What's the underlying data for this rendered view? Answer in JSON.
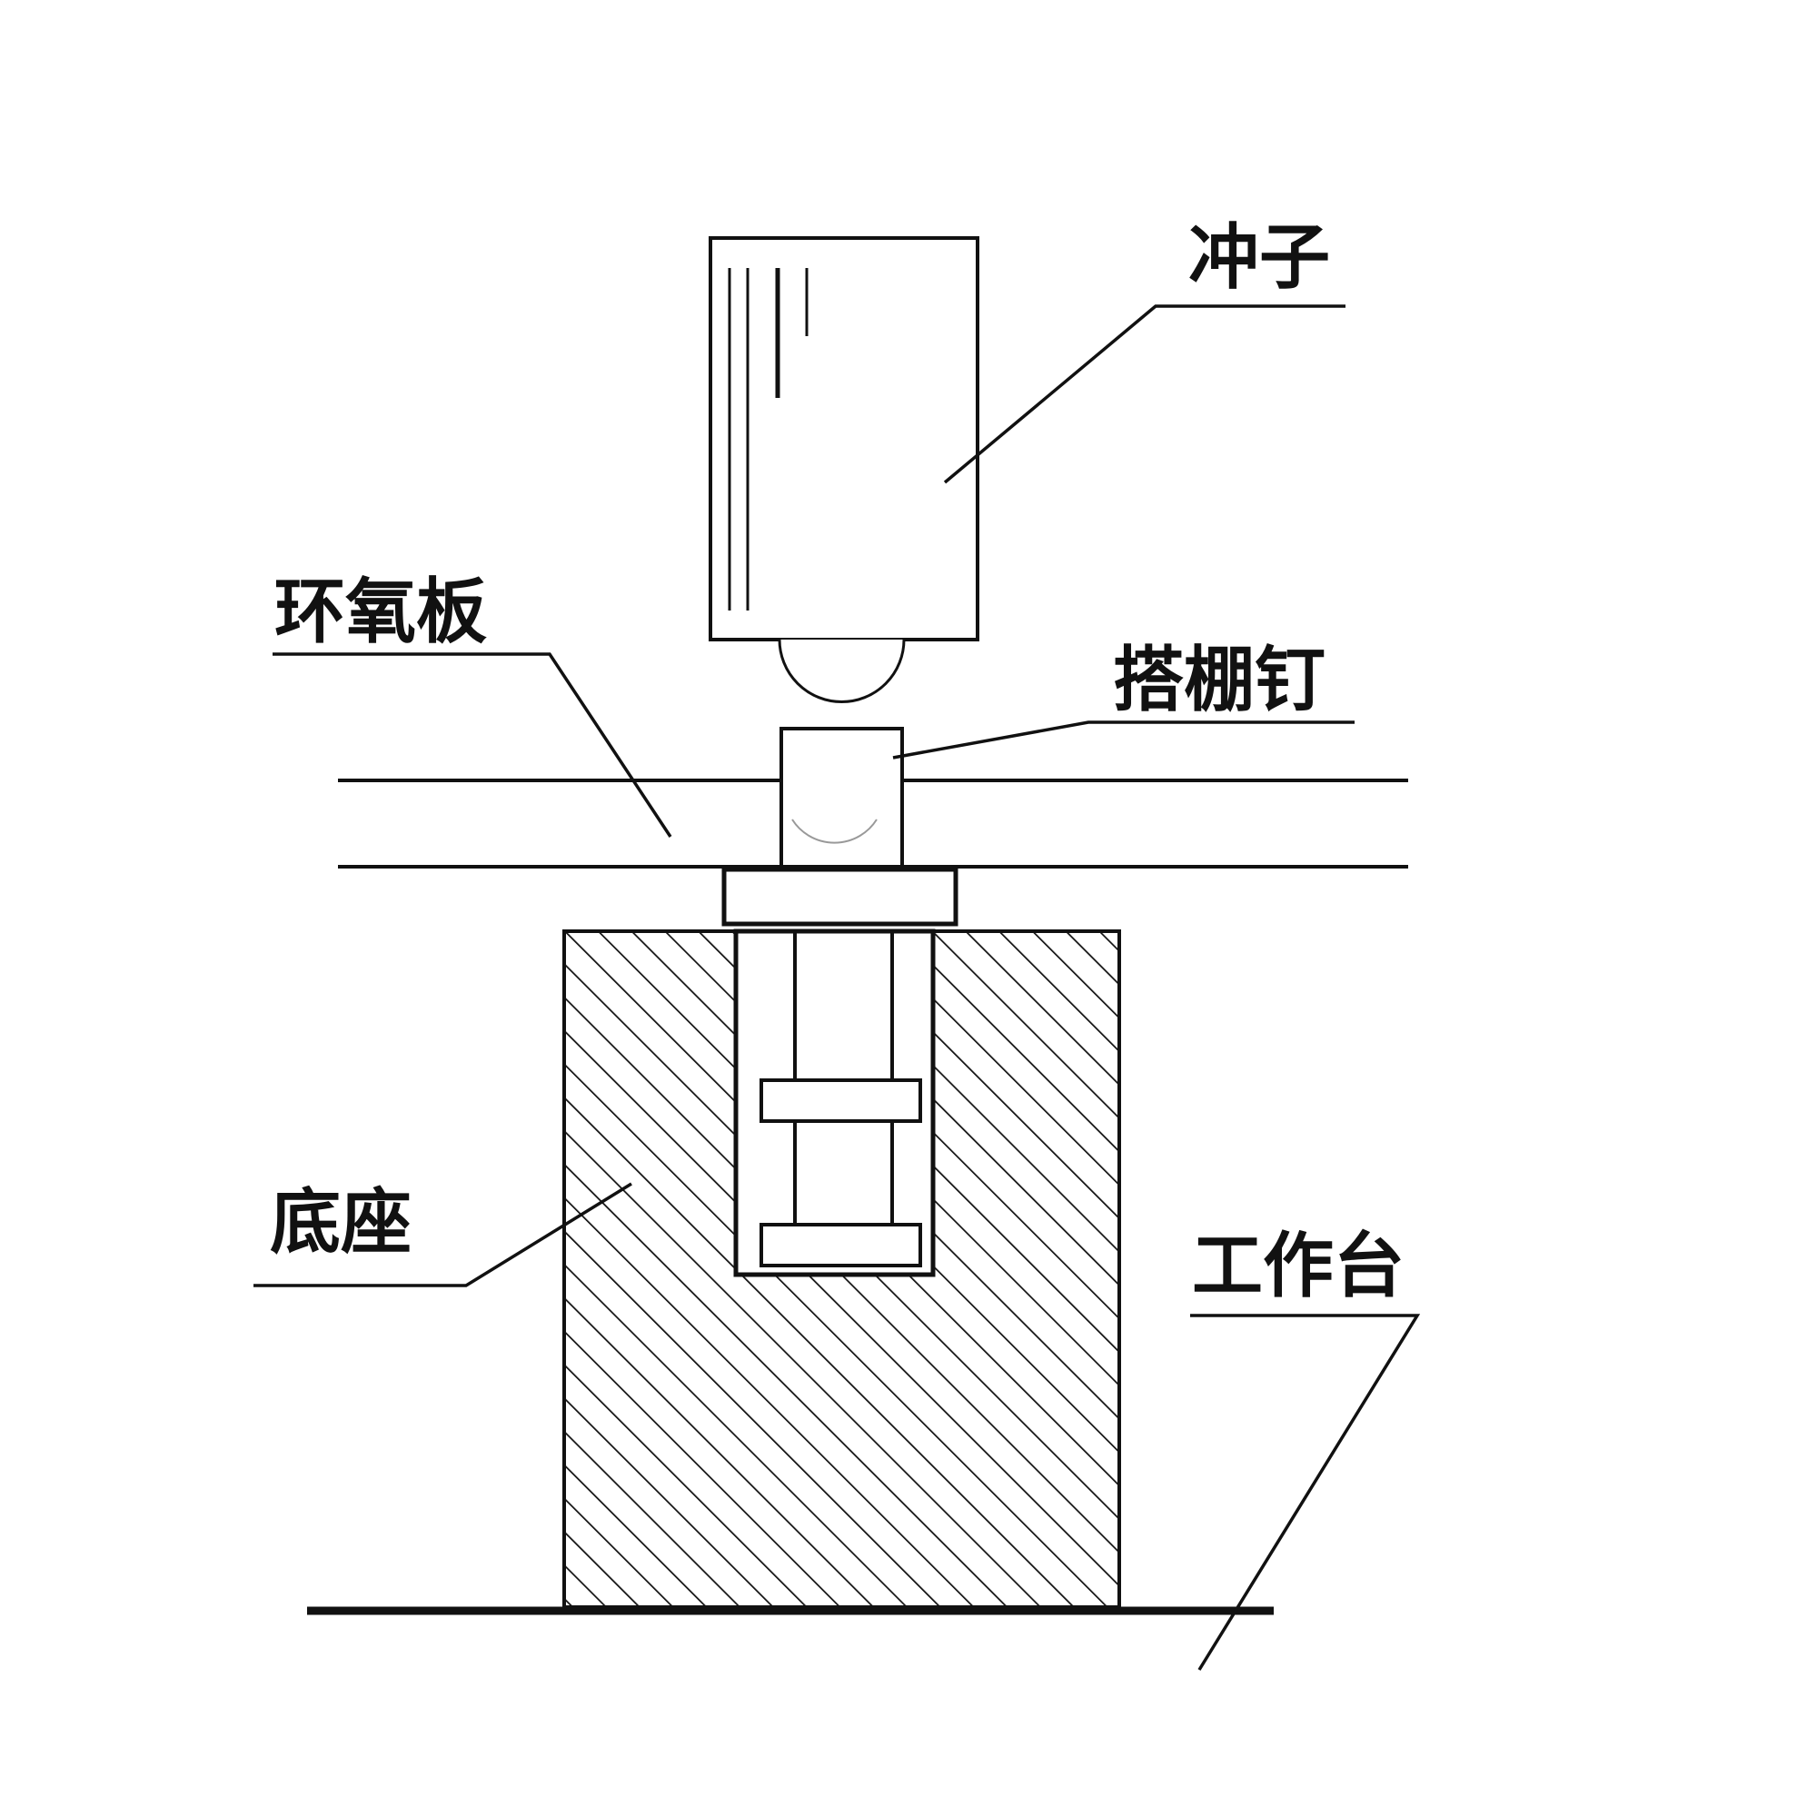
{
  "labels": {
    "punch": "冲子",
    "epoxy_board": "环氧板",
    "shed_nail": "搭棚钉",
    "base": "底座",
    "workbench": "工作台"
  },
  "colors": {
    "line": "#111111",
    "background": "#ffffff"
  }
}
